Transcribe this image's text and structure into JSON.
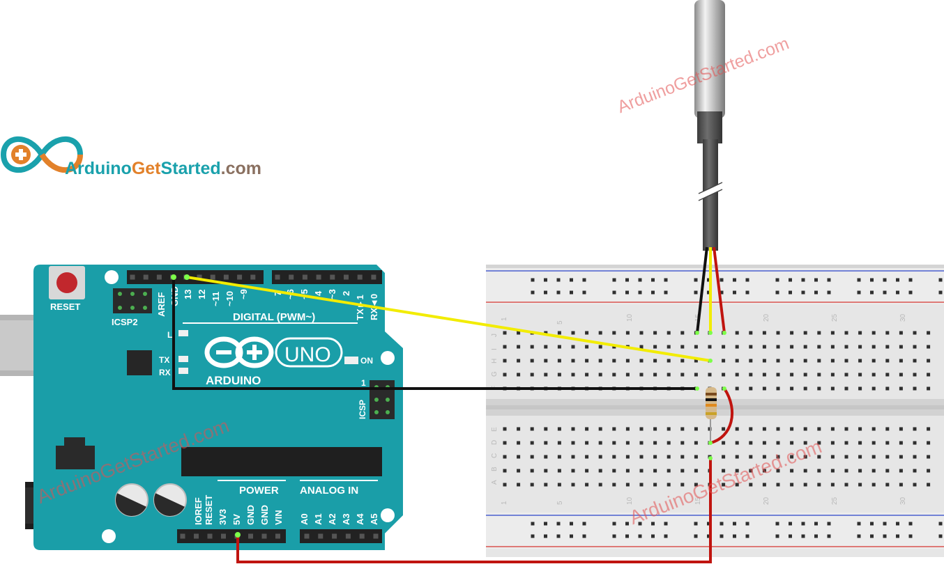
{
  "logo": {
    "part1": "Arduino",
    "part2": "Get",
    "part3": "Started",
    "part4": ".com"
  },
  "watermark": "ArduinoGetStarted.com",
  "arduino": {
    "reset_label": "RESET",
    "icsp2_label": "ICSP2",
    "aref_label": "AREF",
    "gnd_label": "GND",
    "digital_label": "DIGITAL (PWM~)",
    "pin13": "13",
    "pin12": "12",
    "pin11": "~11",
    "pin10": "~10",
    "pin9": "~9",
    "pin7": "7",
    "pin6": "~6",
    "pin5": "~5",
    "pin4": "4",
    "pin3": "~3",
    "pin2": "2",
    "pin1": "TX►1",
    "pin0": "RX◄0",
    "l_label": "L",
    "tx_label": "TX",
    "rx_label": "RX",
    "uno_label": "UNO",
    "on_label": "ON",
    "brand_label": "ARDUINO",
    "icsp_label": "ICSP",
    "icsp_pin1": "1",
    "power_label": "POWER",
    "analog_label": "ANALOG IN",
    "power_pins": [
      "IOREF",
      "RESET",
      "3V3",
      "5V",
      "GND",
      "GND",
      "VIN"
    ],
    "analog_pins": [
      "A0",
      "A1",
      "A2",
      "A3",
      "A4",
      "A5"
    ]
  },
  "breadboard": {
    "col_numbers": [
      "1",
      "5",
      "10",
      "15",
      "20",
      "25",
      "30"
    ],
    "row_letters_top": [
      "J",
      "I",
      "H",
      "G",
      "F"
    ],
    "row_letters_bottom": [
      "E",
      "D",
      "C",
      "B",
      "A"
    ]
  },
  "colors": {
    "board": "#1a9ea8",
    "board_dark": "#0f7f88",
    "wire_yellow": "#f2ec00",
    "wire_black": "#111111",
    "wire_red": "#c0140f",
    "rail_red": "#d9534f",
    "rail_blue": "#4a5fcf"
  }
}
